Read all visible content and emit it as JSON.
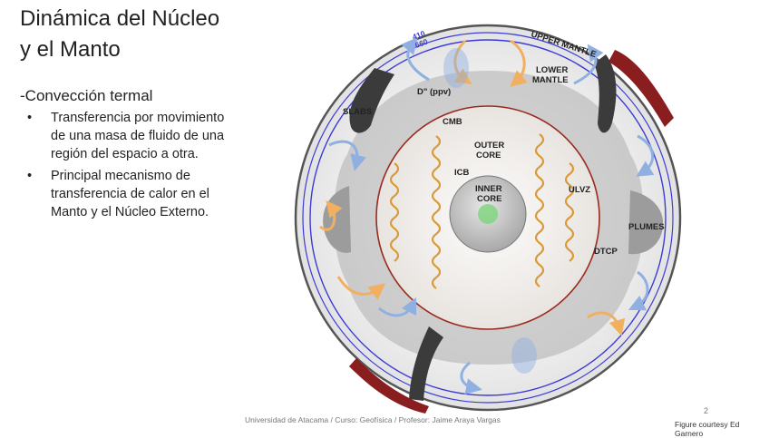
{
  "slide": {
    "title_line1": "Dinámica del Núcleo",
    "title_line2": "y el Manto",
    "subheading": "-Convección termal",
    "bullets": [
      "Transferencia por movimiento de una masa de fluido de una región del espacio a otra.",
      "Principal mecanismo de transferencia de calor en el Manto y el Núcleo Externo."
    ],
    "bullet_symbol": "•",
    "footer": "Universidad de Atacama / Curso: Geofísica / Profesor: Jaime Araya Vargas",
    "page_number": "2",
    "credit": "Figure courtesy Ed Garnero"
  },
  "diagram": {
    "labels": {
      "d410": "410",
      "d660": "660",
      "upper_mantle": "UPPER MANTLE",
      "lower_mantle_1": "LOWER",
      "lower_mantle_2": "MANTLE",
      "d_double_prime": "D\" (ppv)",
      "slabs": "SLABS",
      "cmb": "CMB",
      "outer_core_1": "OUTER",
      "outer_core_2": "CORE",
      "icb": "ICB",
      "inner_core_1": "INNER",
      "inner_core_2": "CORE",
      "ulvz": "ULVZ",
      "plumes": "PLUMES",
      "dtcp": "DTCP"
    },
    "colors": {
      "mantle": "#ececec",
      "outer_core": "#f2efed",
      "inner_core": "#cfcfcf",
      "boundary_660": "#3a3ad8",
      "cmb_line": "#9a2a20",
      "slab": "#8a1e1e",
      "hot_arrow": "#f0b060",
      "cold_arrow": "#8fb0e0",
      "helix": "#d89a3a"
    }
  }
}
